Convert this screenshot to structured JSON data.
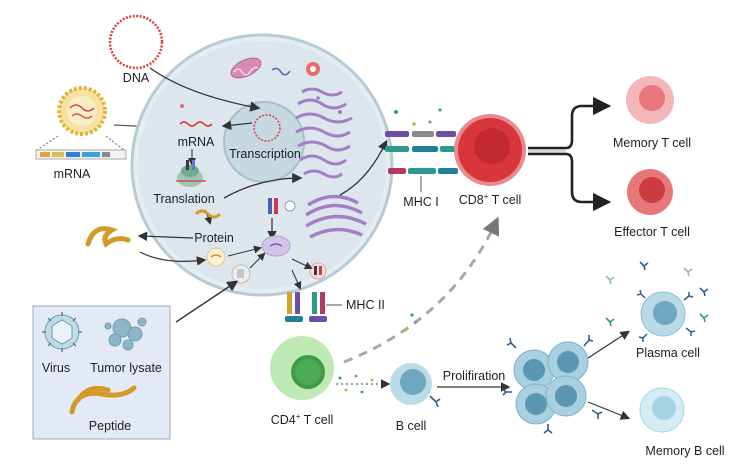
{
  "labels": {
    "dna": "DNA",
    "mrna_vaccine": "mRNA",
    "mrna_inner": "mRNA",
    "transcription": "Transcription",
    "translation": "Translation",
    "protein": "Protein",
    "mhc1": "MHC I",
    "mhc2": "MHC II",
    "cd8": "CD8",
    "cd8_sup": "+",
    "cd8_suffix": " T cell",
    "cd4": "CD4",
    "cd4_sup": "+",
    "cd4_suffix": " T cell",
    "memory_t": "Memory T cell",
    "effector_t": "Effector T cell",
    "b_cell": "B cell",
    "proliferation": "Prolifiration",
    "plasma_cell": "Plasma cell",
    "memory_b": "Memory B cell",
    "virus": "Virus",
    "tumor_lysate": "Tumor lysate",
    "peptide": "Peptide"
  },
  "colors": {
    "dna_ring": "#d9413a",
    "cell_fill": "#dce6ec",
    "nucleus_fill": "#c5d7e0",
    "er_purple": "#a47ec6",
    "t_cell_red": "#d9363b",
    "memory_t_red": "#ef8b8f",
    "effector_t_red": "#e3555c",
    "cd4_green": "#8fd48c",
    "b_cell_blue": "#8fc3d6",
    "plasma_blue": "#a9cfe0",
    "memory_b_blue": "#bfe2ee",
    "peptide_gold": "#d39a27",
    "antigen_panel": "#e3eaf6"
  }
}
